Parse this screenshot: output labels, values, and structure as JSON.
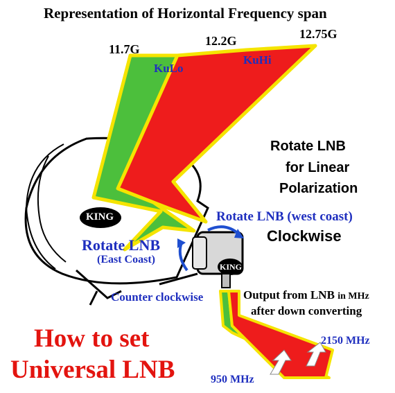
{
  "title": "Representation of Horizontal Frequency span",
  "freq": {
    "f1": "11.7G",
    "f2": "12.2G",
    "f3": "12.75G"
  },
  "bands": {
    "low": "KuLo",
    "high": "KuHi"
  },
  "instruction": {
    "line1": "Rotate LNB",
    "line2": "for Linear",
    "line3": "Polarization"
  },
  "west": {
    "label": "Rotate LNB (west coast)",
    "dir": "Clockwise"
  },
  "east": {
    "label": "Rotate LNB",
    "sub": "(East Coast)",
    "dir": "Counter clockwise"
  },
  "brand": "KING",
  "output": {
    "line1_a": "Output from LNB ",
    "line1_b": "in MHz",
    "line2": "after down converting"
  },
  "out_freq": {
    "low": "950 MHz",
    "high": "2150 MHz"
  },
  "headline": {
    "line1": "How to set",
    "line2": "Universal LNB"
  },
  "colors": {
    "green": "#4cbf3c",
    "red": "#ee1c1c",
    "yellow_outline": "#f5e400",
    "text_blue": "#1f2fbf",
    "headline_red": "#e3140f"
  }
}
